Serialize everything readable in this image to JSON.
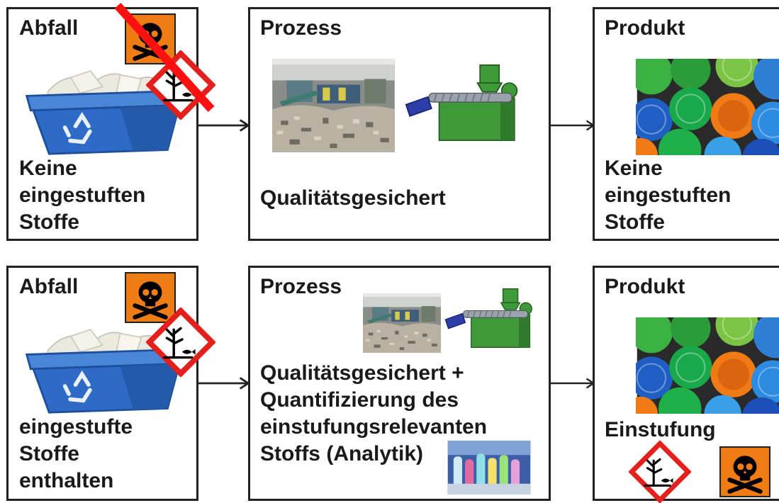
{
  "rows": [
    {
      "abfall": {
        "title": "Abfall",
        "text": [
          "Keine",
          "eingestuften",
          "Stoffe"
        ],
        "hazards_crossed_out": true
      },
      "prozess": {
        "title": "Prozess",
        "text": [
          "Qualitätsgesichert"
        ]
      },
      "produkt": {
        "title": "Produkt",
        "text": [
          "Keine",
          "eingestuften",
          "Stoffe"
        ]
      }
    },
    {
      "abfall": {
        "title": "Abfall",
        "text": [
          "eingestufte",
          "Stoffe",
          "enthalten"
        ],
        "hazards_crossed_out": false
      },
      "prozess": {
        "title": "Prozess",
        "text": [
          "Qualitätsgesichert +",
          "Quantifizierung des",
          "einstufungsrelevanten",
          "Stoffs (Analytik)"
        ]
      },
      "produkt": {
        "title": "Produkt",
        "text": [
          "Einstufung"
        ]
      }
    }
  ],
  "icons": {
    "toxic": "skull-crossbones-orange-square",
    "environment": "dead-tree-fish-diamond",
    "recycling_bin": "blue-recycling-bin",
    "recycling_plant": "recycling-plant-photo",
    "extruder": "green-extruder",
    "plastic_caps": "plastic-caps-photo",
    "lab_tubes": "test-tubes-photo"
  },
  "colors": {
    "toxic_orange": "#f07c14",
    "ghs_red": "#e3201b",
    "cross_red": "#ff1010",
    "bin_blue": "#2e6bc8",
    "extruder_green": "#3f9a3a"
  }
}
